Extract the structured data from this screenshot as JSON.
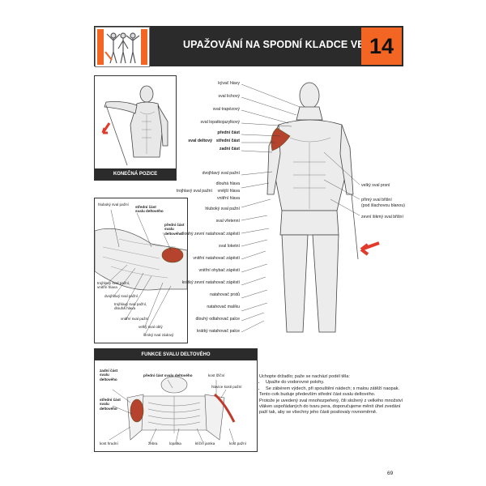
{
  "header": {
    "title": "UPAŽOVÁNÍ NA SPODNÍ KLADCE VE STOJI",
    "number": "14"
  },
  "panels": {
    "final_position": {
      "caption": "KONEČNÁ POZICE"
    },
    "detail": {
      "labels": [
        "hluboký sval pažní",
        "střední část svalu deltového",
        "přední část svalu deltového",
        "trojhlavý sval pažní, vnitřní hlava",
        "dvojhlavý sval pažní",
        "trojhlavý sval pažní, dlouhá hlava",
        "vnitřní sval pažní",
        "velký sval oblý",
        "široký sval zádový"
      ]
    },
    "function": {
      "caption": "FUNKCE SVALU DELTOVÉHO",
      "labels": [
        "zadní část svalu deltového",
        "střední část svalu deltového",
        "přední část svalu deltového",
        "kost lžíční",
        "hlavice kosti pažní",
        "kost hrudní",
        "žebra",
        "lopatka",
        "klíční jamka",
        "kost pažní"
      ]
    }
  },
  "main_labels": {
    "left": [
      "kývač hlavy",
      "sval lichový",
      "sval trapézový",
      "sval lopatkojazylkový",
      "přední část",
      "střední část",
      "zadní část",
      "sval deltový",
      "dvojhlavý sval pažní",
      "dlouhá hlava",
      "vnější hlava",
      "vnitřní hlava",
      "trojhlavý sval pažní",
      "hluboký sval pažní",
      "sval vřetenní",
      "dlouhý zevní natahovač zápěstí",
      "sval loketní",
      "vnitřní natahovač zápěstí",
      "vnitřní ohybač zápěstí",
      "krátký zevní natahovač zápěstí",
      "natahovač prstů",
      "natahovač malíku",
      "dlouhý odtahovač palce",
      "krátký natahovač palce"
    ],
    "right": [
      "velký sval prsní",
      "přímý sval břišní",
      "(pod šlachovou blanou)",
      "zevní šikmý sval břišní"
    ]
  },
  "instructions": {
    "intro": "Uchopte držadlo; paže se nachází podél těla:",
    "bullets": [
      "Upažte do vodorovné polohy.",
      "Se zábérem výdech, při spouštění nádech; s malou zátěží naopak."
    ],
    "paragraph1": "Tento cvik buduje především střední část svalu deltového.",
    "paragraph2": "Protože je uvedený sval mnohozpeřený, čili složený z velkého množství vláken uspořádaných do tvaru pera, doporučujeme měnit úhel zvedání paží tak, aby se všechny jeho části posilovaly rovnoměrně."
  },
  "page_number": "69",
  "colors": {
    "accent": "#f26522",
    "header_bg": "#2b2b2b",
    "muscle_highlight": "#c0392b"
  }
}
